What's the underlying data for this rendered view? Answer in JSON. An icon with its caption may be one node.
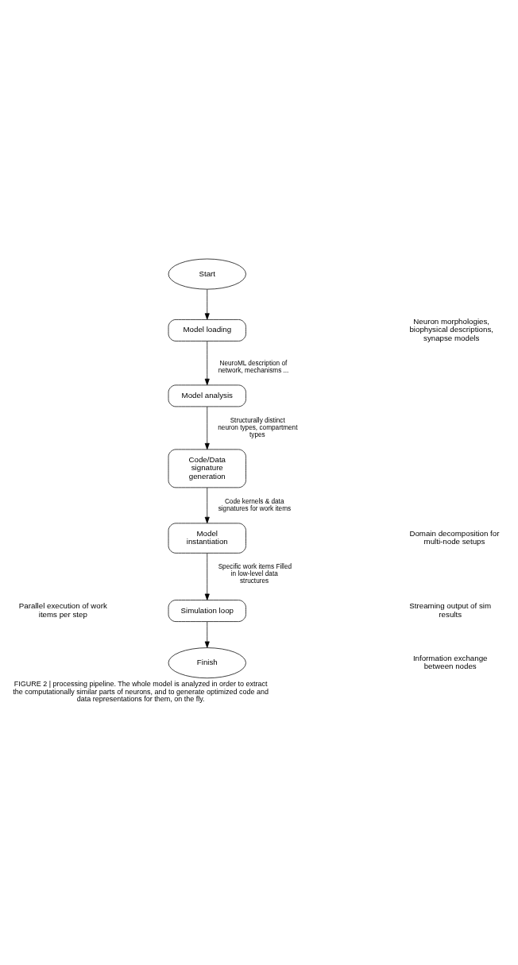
{
  "diagram": {
    "caption": "FIGURE 2 | processing pipeline. The whole model is analyzed in order to extract the computationally similar parts of neurons, and to generate optimized code and data representations for them, on the fly.",
    "nodes": [
      {
        "text": [
          "Start"
        ]
      },
      {
        "text": [
          "Model loading"
        ]
      },
      {
        "text": [
          "Model analysis"
        ]
      },
      {
        "text": [
          "Code/Data signature generation"
        ]
      },
      {
        "text": [
          "Model instantiation"
        ]
      },
      {
        "text": [
          "Simulation loop"
        ]
      },
      {
        "text": [
          "Finish"
        ]
      }
    ],
    "edges": [
      {
        "from": 0,
        "to": 1,
        "arrow": "to"
      },
      {
        "from": 1,
        "to": 2,
        "arrow": "to",
        "label": "NeuroML description of network, mechanisms ..."
      },
      {
        "from": 2,
        "to": 3,
        "arrow": "to",
        "label": "Structurally distinct neuron types, compartment types"
      },
      {
        "from": 3,
        "to": 4,
        "arrow": "to",
        "label": "Code kernels & data signatures for work items"
      },
      {
        "from": 4,
        "to": 5,
        "arrow": "to",
        "label": "Specific work items Filled in low-level data structures"
      },
      {
        "from": 5,
        "to": 6,
        "arrow": "to"
      }
    ],
    "labels": [
      "Neuron morphologies, biophysical descriptions, synapse models",
      "Domain decomposition for multi-node setups",
      "Parallel execution of work items per step",
      "Streaming output of sim results",
      "Information exchange between nodes"
    ]
  }
}
